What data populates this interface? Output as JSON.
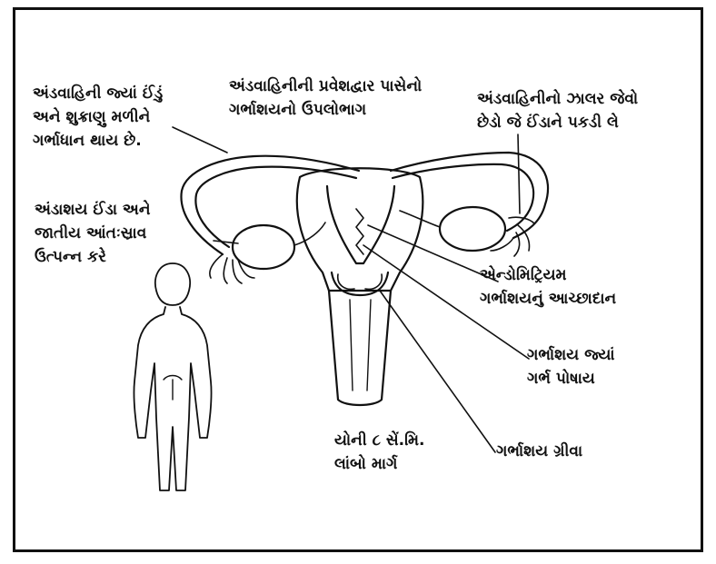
{
  "labels": {
    "fertilization": {
      "line1": "અંડવાહિની જ્યાં ઈંડું",
      "line2": "અને શુક્રાણુ મળીને",
      "line3": "ગર્ભાધાન થાય છે."
    },
    "fundus": {
      "line1": "અંડવાહિનીની પ્રવેશદ્વાર પાસેનો",
      "line2": "ગર્ભાશયનો ઉપલોભાગ"
    },
    "fimbriae": {
      "line1": "અંડવાહિનીનો ઝાલર જેવો",
      "line2": "છેડો જે ઈંડાને પકડી લે"
    },
    "ovary": {
      "line1": "અંડાશય ઈંડા અને",
      "line2": "જાતીય આંતઃસ્રાવ",
      "line3": "ઉત્પન્ન કરે"
    },
    "endometrium": {
      "line1": "એન્ડોમિટ્રિયમ",
      "line2": "ગર્ભાશયનું આચ્છાદાન"
    },
    "uterus": {
      "line1": "ગર્ભાશય જ્યાં",
      "line2": "ગર્ભ પોષાય"
    },
    "vagina": {
      "line1": "યોની ૮ સેં.મિ.",
      "line2": "લાંબો માર્ગ"
    },
    "cervix": {
      "line1": "ગર્ભાશય ગ્રીવા"
    }
  }
}
